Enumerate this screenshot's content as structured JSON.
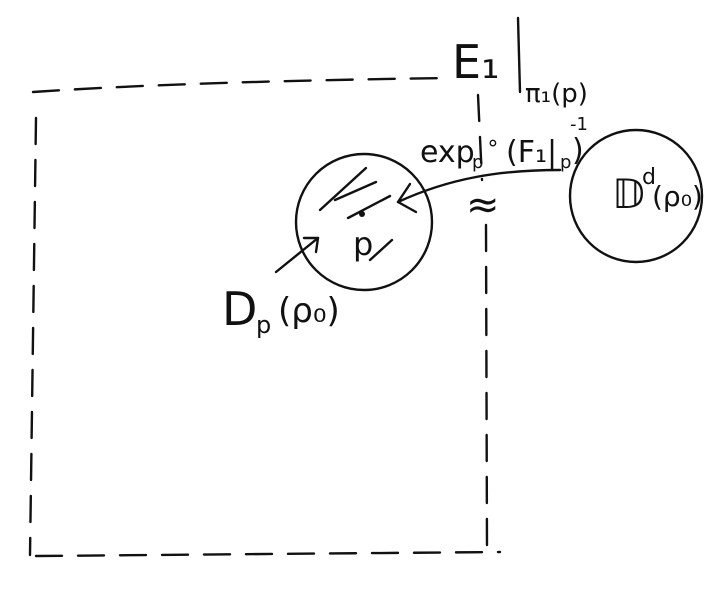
{
  "labels": {
    "fiber_main": "E₁",
    "fiber_sub": "π₁(p)",
    "map_label": "exp_p ∘ (F₁|_p)⁻¹",
    "map_exp": "exp",
    "map_exp_sub": "p",
    "map_compose": "∘",
    "map_F": "(F₁|",
    "map_F_sub": "p",
    "map_close": ")",
    "map_inverse": "-1",
    "iso_symbol": "≈",
    "target_disk": "𝔻",
    "target_disk_sup": "d",
    "target_disk_arg": "(ρ₀)",
    "local_disk": "D",
    "local_disk_sub": "p",
    "local_disk_arg": "(ρ₀)",
    "point_label": "p"
  },
  "colors": {
    "ink": "#111111",
    "background": "#ffffff"
  }
}
